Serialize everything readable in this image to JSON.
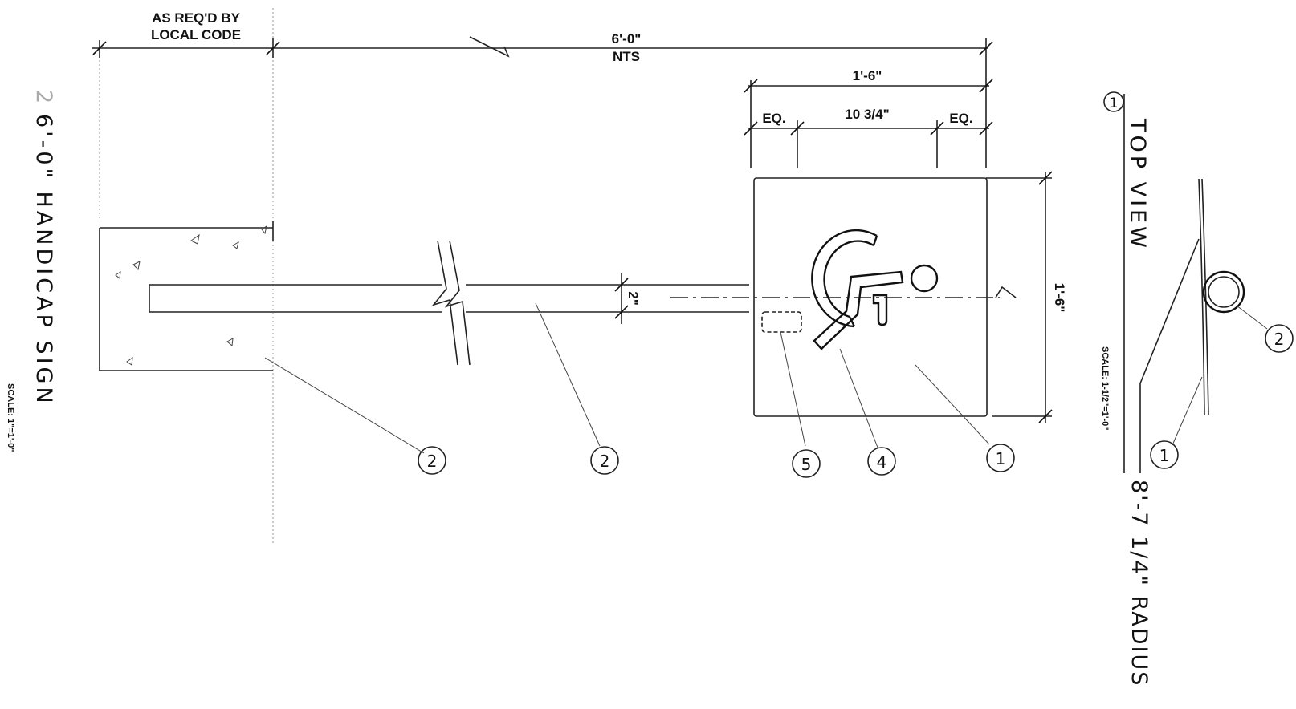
{
  "front_view": {
    "dims": {
      "local_code_line1": "AS REQ'D BY",
      "local_code_line2": "LOCAL CODE",
      "overall_length": "6'-0\"",
      "overall_note": "NTS",
      "sign_width": "1'-6\"",
      "eq_left": "EQ.",
      "symbol_width": "10 3/4\"",
      "eq_right": "EQ.",
      "sign_height": "1'-6\"",
      "pipe_diameter": "2\""
    },
    "callouts": [
      "2",
      "2",
      "5",
      "4",
      "1"
    ],
    "title_number": "2",
    "title": "6'-0\" HANDICAP SIGN",
    "scale": "SCALE: 1\"=1'-0\""
  },
  "top_view": {
    "title_number": "1",
    "title": "TOP VIEW",
    "scale": "SCALE: 1-1/2\"=1'-0\"",
    "callouts": [
      "2",
      "1"
    ],
    "radius_label": "8'-7 1/4\" RADIUS"
  },
  "icons": [
    "wheelchair-symbol-icon",
    "pipe-section-icon"
  ]
}
